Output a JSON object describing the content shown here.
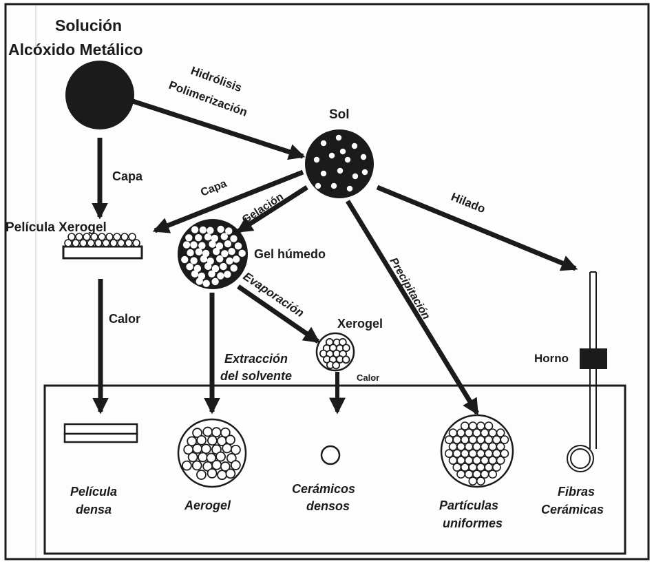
{
  "labels": {
    "solucion": "Solución",
    "alcoxido": "Alcóxido Metálico",
    "hidrolisis": "Hidrólisis",
    "polimerizacion": "Polimerización",
    "sol": "Sol",
    "capa_left": "Capa",
    "capa_diag": "Capa",
    "gelacion": "Gelación",
    "hilado": "Hilado",
    "pelicula_xerogel": "Película Xerogel",
    "gel_humedo": "Gel húmedo",
    "evaporacion": "Evaporación",
    "precipitacion": "Precipitación",
    "xerogel": "Xerogel",
    "calor_left": "Calor",
    "extraccion_1": "Extracción",
    "extraccion_2": "del solvente",
    "calor_small": "Calor",
    "horno": "Horno"
  },
  "products": {
    "pelicula_1": "Película",
    "pelicula_2": "densa",
    "aerogel": "Aerogel",
    "ceramicos_1": "Cerámicos",
    "ceramicos_2": "densos",
    "particulas_1": "Partículas",
    "particulas_2": "uniformes",
    "fibras_1": "Fibras",
    "fibras_2": "Cerámicas"
  }
}
